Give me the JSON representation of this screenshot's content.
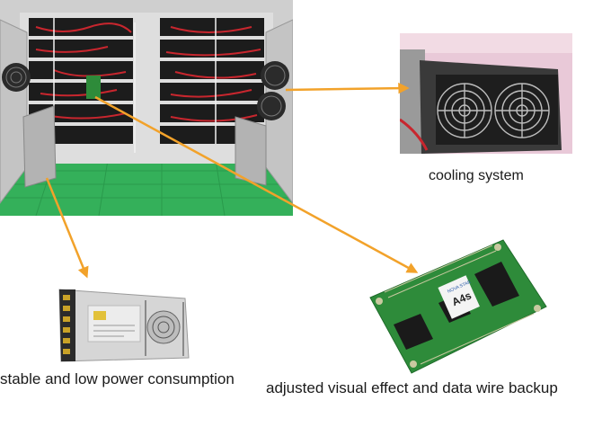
{
  "captions": {
    "cooling": "cooling system",
    "power": "stable and low power consumption",
    "card": "adjusted visual effect and data wire backup"
  },
  "card_labels": {
    "model": "A4s",
    "brand": "NOVA STAR"
  },
  "colors": {
    "arrow": "#f2a22a",
    "pcb": "#2e8b3a",
    "cabinet_floor": "#34b05a",
    "cabinet_wall": "#d9d9d9",
    "pink_wall": "#e9c9d8"
  }
}
